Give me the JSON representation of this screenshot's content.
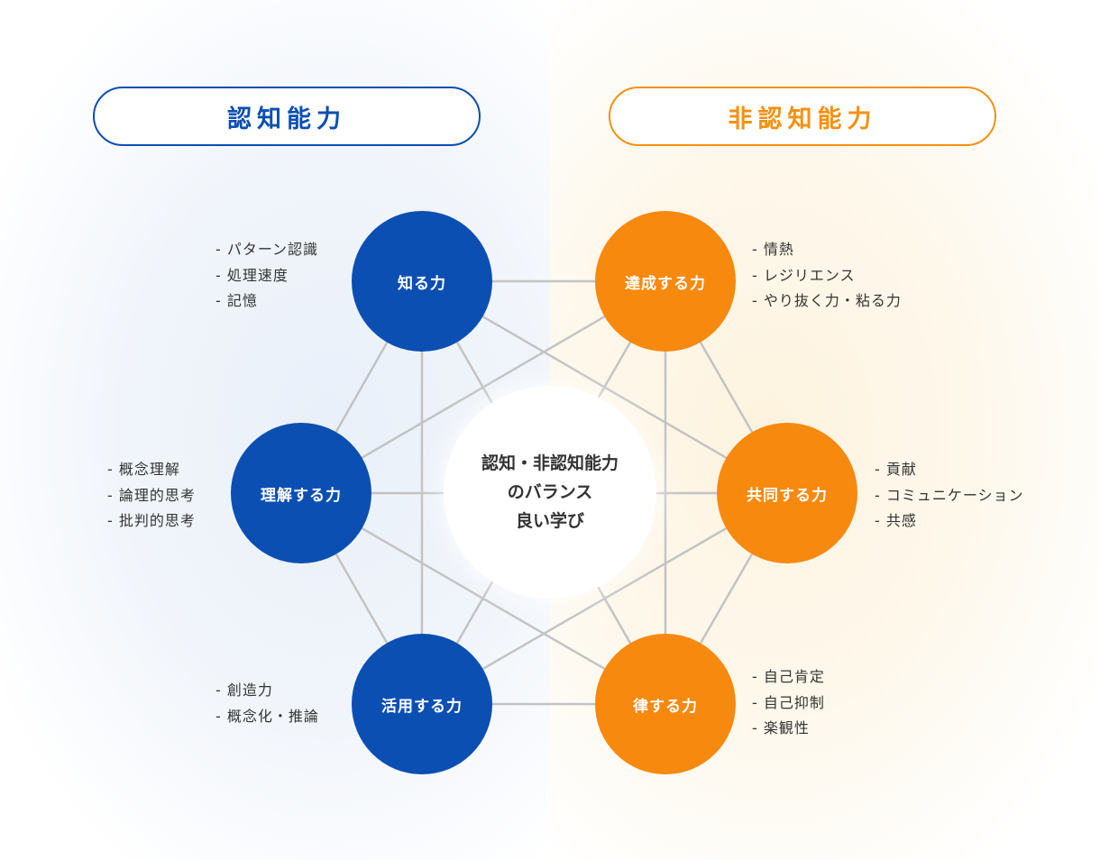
{
  "headers": {
    "cognitive": "認知能力",
    "non_cognitive": "非認知能力"
  },
  "center": {
    "line1": "認知・非認知能力",
    "line2": "のバランス",
    "line3": "良い学び"
  },
  "nodes": {
    "know": {
      "label": "知る力",
      "items": [
        "- パターン認識",
        "- 処理速度",
        "- 記憶"
      ]
    },
    "understand": {
      "label": "理解する力",
      "items": [
        "- 概念理解",
        "- 論理的思考",
        "- 批判的思考"
      ]
    },
    "apply": {
      "label": "活用する力",
      "items": [
        "- 創造力",
        "- 概念化・推論"
      ]
    },
    "achieve": {
      "label": "達成する力",
      "items": [
        "- 情熱",
        "- レジリエンス",
        "- やり抜く力・粘る力"
      ]
    },
    "cooperate": {
      "label": "共同する力",
      "items": [
        "- 貢献",
        "- コミュニケーション",
        "- 共感"
      ]
    },
    "discipline": {
      "label": "律する力",
      "items": [
        "- 自己肯定",
        "- 自己抑制",
        "- 楽観性"
      ]
    }
  },
  "colors": {
    "cognitive": "#0b4fb3",
    "non_cognitive": "#f7890e",
    "connector": "#c3c3c3"
  }
}
